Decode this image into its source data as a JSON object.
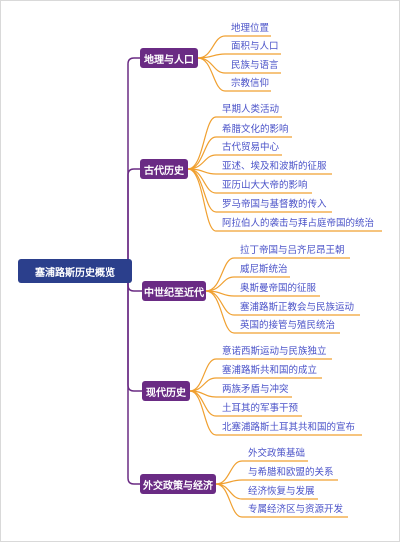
{
  "root": "塞浦路斯历史概览",
  "branches": [
    {
      "label": "地理与人口",
      "items": [
        "地理位置",
        "面积与人口",
        "民族与语言",
        "宗教信仰"
      ]
    },
    {
      "label": "古代历史",
      "items": [
        "早期人类活动",
        "希腊文化的影响",
        "古代贸易中心",
        "亚述、埃及和波斯的征服",
        "亚历山大大帝的影响",
        "罗马帝国与基督教的传入",
        "阿拉伯人的袭击与拜占庭帝国的统治"
      ]
    },
    {
      "label": "中世纪至近代",
      "items": [
        "拉丁帝国与吕齐尼昂王朝",
        "威尼斯统治",
        "奥斯曼帝国的征服",
        "塞浦路斯正教会与民族运动",
        "英国的接管与殖民统治"
      ]
    },
    {
      "label": "现代历史",
      "items": [
        "意诺西斯运动与民族独立",
        "塞浦路斯共和国的成立",
        "两族矛盾与冲突",
        "土耳其的军事干预",
        "北塞浦路斯土耳其共和国的宣布"
      ]
    },
    {
      "label": "外交政策与经济",
      "items": [
        "外交政策基础",
        "与希腊和欧盟的关系",
        "经济恢复与发展",
        "专属经济区与资源开发"
      ]
    }
  ],
  "colors": {
    "root": "#2b3f8c",
    "branch": "#6a2b84",
    "connector": "#f0a030",
    "spine": "#6a2b84",
    "text": "#4a52c8"
  }
}
